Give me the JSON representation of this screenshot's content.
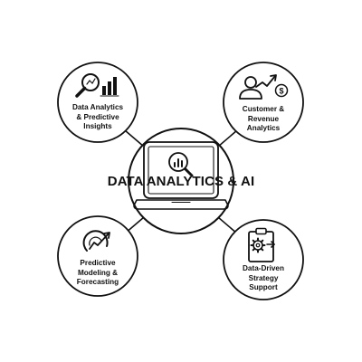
{
  "center": {
    "title": "DATA ANALYTICS & AI",
    "icon": "laptop-analytics-icon"
  },
  "nodes": [
    {
      "id": "data-analytics",
      "lines": [
        "Data Analytics",
        "& Predictive",
        "Insights"
      ],
      "icon": "magnifier-bar-chart-icon"
    },
    {
      "id": "customer-revenue",
      "lines": [
        "Customer &",
        "Revenue",
        "Analytics"
      ],
      "icon": "person-dollar-trend-icon"
    },
    {
      "id": "predictive-modeling",
      "lines": [
        "Predictive",
        "Modeling &",
        "Forecasting"
      ],
      "icon": "gauge-trend-icon"
    },
    {
      "id": "strategy-support",
      "lines": [
        "Data-Driven",
        "Strategy",
        "Support"
      ],
      "icon": "clipboard-gear-icon"
    }
  ],
  "colors": {
    "stroke": "#111111",
    "background": "#ffffff"
  }
}
